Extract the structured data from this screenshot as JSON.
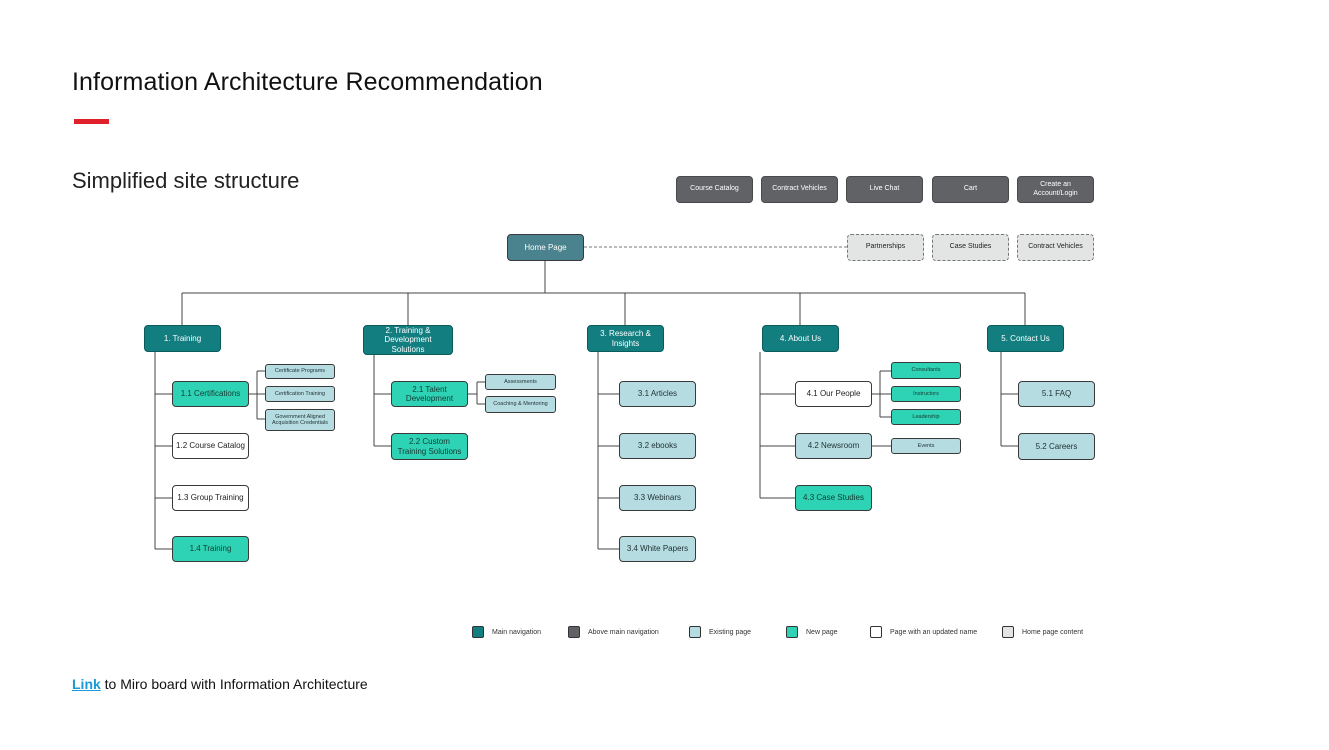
{
  "header": {
    "title": "Information Architecture Recommendation",
    "subtitle": "Simplified site structure"
  },
  "colors": {
    "accent": "#e0202a",
    "main_navigation": "#127e80",
    "above_main_navigation": "#606266",
    "existing_page": "#b5dde1",
    "new_page": "#2ed2b4",
    "updated_name_page": "#ffffff",
    "home_page_content": "#e3e4e4",
    "home_page": "#4a828d"
  },
  "top_nav": [
    "Course Catalog",
    "Contract Vehicles",
    "Live Chat",
    "Cart",
    "Create an Account/Login"
  ],
  "home": "Home Page",
  "home_content": [
    "Partnerships",
    "Case Studies",
    "Contract Vehicles"
  ],
  "sections": [
    {
      "label": "1. Training",
      "children": [
        {
          "label": "1.1 Certifications",
          "type": "new",
          "children": [
            {
              "label": "Certificate Programs",
              "type": "existing"
            },
            {
              "label": "Certification Training",
              "type": "existing"
            },
            {
              "label": "Government Aligned Acquisition Credentials",
              "type": "existing"
            }
          ]
        },
        {
          "label": "1.2 Course Catalog",
          "type": "updated"
        },
        {
          "label": "1.3 Group Training",
          "type": "updated"
        },
        {
          "label": "1.4 Training",
          "type": "new"
        }
      ]
    },
    {
      "label": "2. Training & Development Solutions",
      "children": [
        {
          "label": "2.1 Talent Development",
          "type": "new",
          "children": [
            {
              "label": "Assessments",
              "type": "existing"
            },
            {
              "label": "Coaching & Mentoring",
              "type": "existing"
            }
          ]
        },
        {
          "label": "2.2 Custom Training Solutions",
          "type": "new"
        }
      ]
    },
    {
      "label": "3. Research & Insights",
      "children": [
        {
          "label": "3.1 Articles",
          "type": "existing"
        },
        {
          "label": "3.2 ebooks",
          "type": "existing"
        },
        {
          "label": "3.3 Webinars",
          "type": "existing"
        },
        {
          "label": "3.4 White Papers",
          "type": "existing"
        }
      ]
    },
    {
      "label": "4. About Us",
      "children": [
        {
          "label": "4.1 Our People",
          "type": "updated",
          "children": [
            {
              "label": "Consultants",
              "type": "new"
            },
            {
              "label": "Instructors",
              "type": "new"
            },
            {
              "label": "Leadership",
              "type": "new"
            }
          ]
        },
        {
          "label": "4.2 Newsroom",
          "type": "existing",
          "children": [
            {
              "label": "Events",
              "type": "existing"
            }
          ]
        },
        {
          "label": "4.3 Case Studies",
          "type": "new"
        }
      ]
    },
    {
      "label": "5. Contact Us",
      "children": [
        {
          "label": "5.1 FAQ",
          "type": "existing"
        },
        {
          "label": "5.2 Careers",
          "type": "existing"
        }
      ]
    }
  ],
  "legend": [
    {
      "label": "Main navigation",
      "color": "#127e80"
    },
    {
      "label": "Above main navigation",
      "color": "#606266"
    },
    {
      "label": "Existing page",
      "color": "#b5dde1"
    },
    {
      "label": "New page",
      "color": "#2ed2b4"
    },
    {
      "label": "Page with an updated name",
      "color": "#ffffff"
    },
    {
      "label": "Home page content",
      "color": "#e3e4e4"
    }
  ],
  "footer": {
    "link_text": "Link",
    "text": " to Miro board with Information Architecture"
  }
}
